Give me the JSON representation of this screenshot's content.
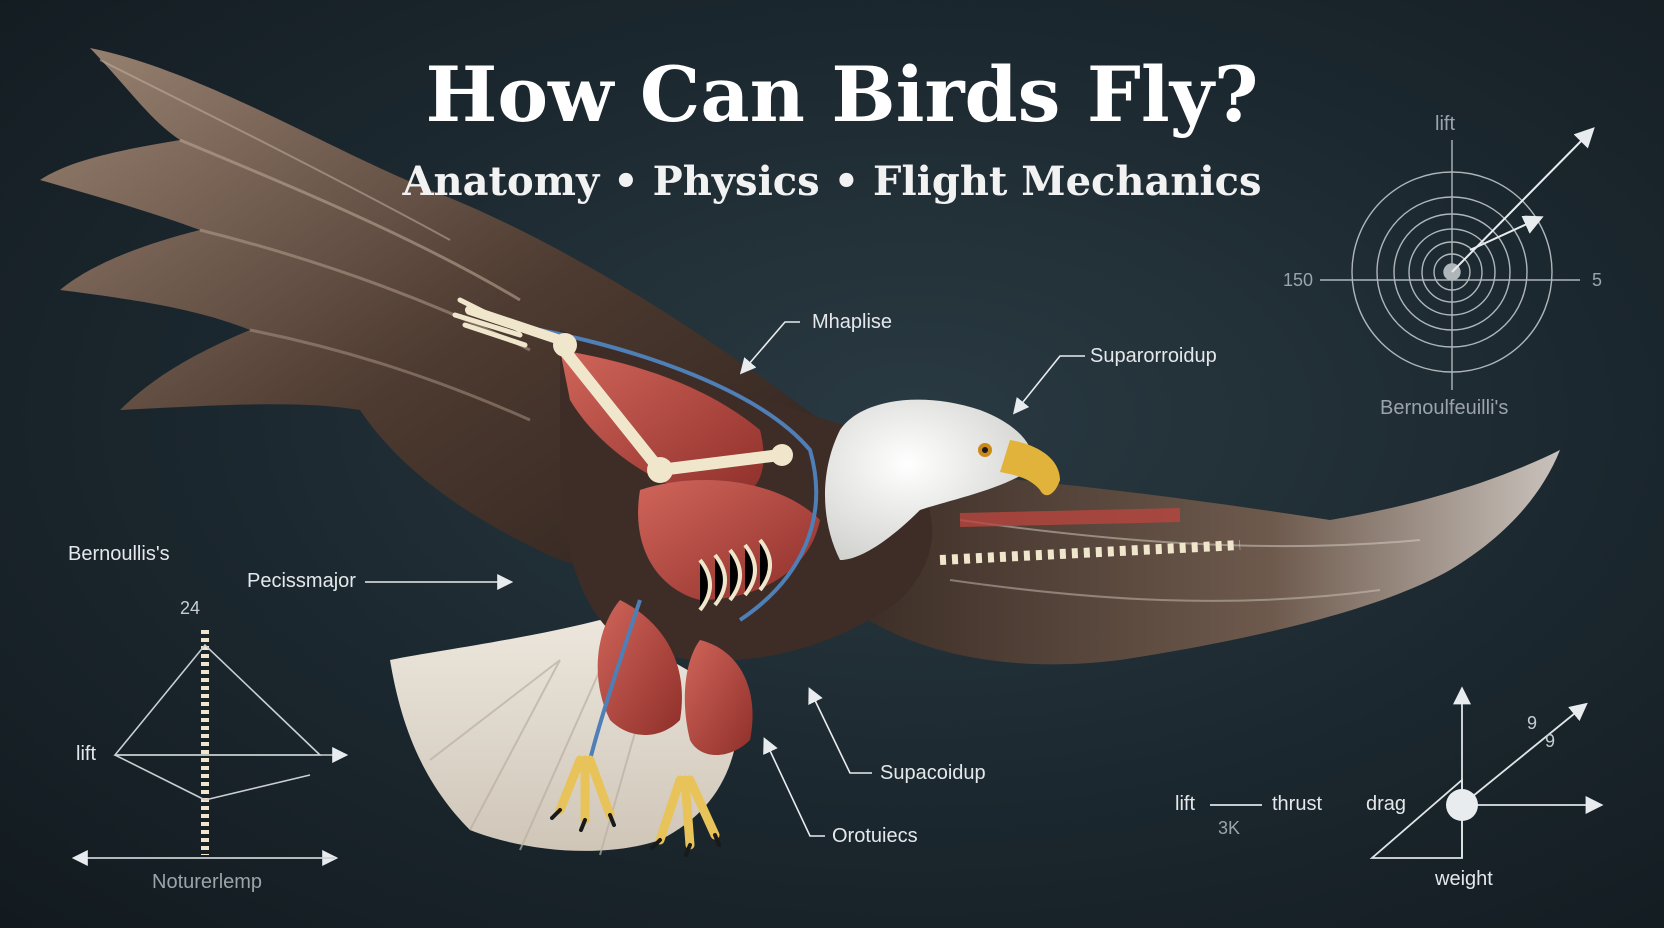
{
  "header": {
    "title": "How Can Birds Fly?",
    "subtitle": "Anatomy • Physics • Flight Mechanics"
  },
  "annotations": {
    "top_wing": "Mhaplise",
    "neck": "Suparorroidup",
    "pectoral": "Pecissmajor",
    "lower_right": "Supacoidup",
    "lower_bottom": "Orotuiecs"
  },
  "left_diagram": {
    "heading": "Bernoullis's",
    "top_value": "24",
    "lift": "lift",
    "bottom_label": "Noturerlemp"
  },
  "top_right_diagram": {
    "lift": "lift",
    "left_value": "150",
    "right_value": "5",
    "caption": "Bernoulfeuilli's"
  },
  "force_diagram": {
    "lift": "lift",
    "lift_value": "3K",
    "thrust": "thrust",
    "drag": "drag",
    "weight": "weight",
    "g1": "9",
    "g2": "9"
  },
  "colors": {
    "background": "#1b272e",
    "feather_dark": "#3b2c25",
    "feather_light": "#8a7566",
    "muscle": "#b8463f",
    "bone": "#efe6cc",
    "vessel": "#4f7fb7",
    "beak": "#e2b33a"
  }
}
